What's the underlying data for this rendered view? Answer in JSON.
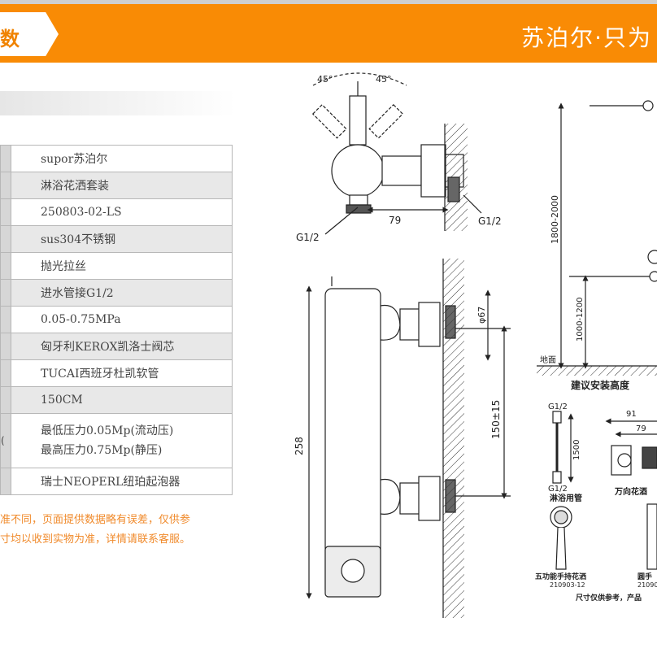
{
  "header": {
    "tab_text": "数",
    "slogan": "苏泊尔·只为"
  },
  "specs": [
    {
      "value": "supor苏泊尔"
    },
    {
      "value": "淋浴花洒套装"
    },
    {
      "value": "250803-02-LS"
    },
    {
      "value": "sus304不锈钢"
    },
    {
      "value": "抛光拉丝"
    },
    {
      "value": "进水管接G1/2"
    },
    {
      "value": "0.05-0.75MPa"
    },
    {
      "value": "匈牙利KEROX凯洛士阀芯"
    },
    {
      "value": "TUCAI西班牙杜凯软管"
    },
    {
      "value": "150CM"
    },
    {
      "value_line1": "最低压力0.05Mp(流动压)",
      "value_line2": "最高压力0.75Mp(静压)",
      "side": "("
    },
    {
      "value": "瑞士NEOPERL纽珀起泡器"
    }
  ],
  "notice": {
    "line1": "准不同，页面提供数据略有误差，仅供参",
    "line2": "寸均以收到实物为准，详情请联系客服。"
  },
  "diagram": {
    "angle_left": "45°",
    "angle_right": "45°",
    "thread_left": "G1/2",
    "thread_right": "G1/2",
    "dim_79": "79",
    "dim_67": "φ67",
    "dim_150": "150±15",
    "dim_258": "258",
    "dim_1800_2000": "1800-2000",
    "dim_1000_1200": "1000-1200",
    "floor": "地面",
    "install_height": "建议安装高度",
    "hose_top": "G1/2",
    "hose_len": "1500",
    "hose_bottom": "G1/2",
    "hose_label": "淋浴用管",
    "seat_91": "91",
    "seat_79": "79",
    "seat_label": "万向花酒",
    "handheld_label": "五功能手持花洒",
    "handheld_code": "210903-12",
    "round_label": "圆手",
    "round_code": "21090",
    "size_note": "尺寸仅供参考，产品"
  }
}
